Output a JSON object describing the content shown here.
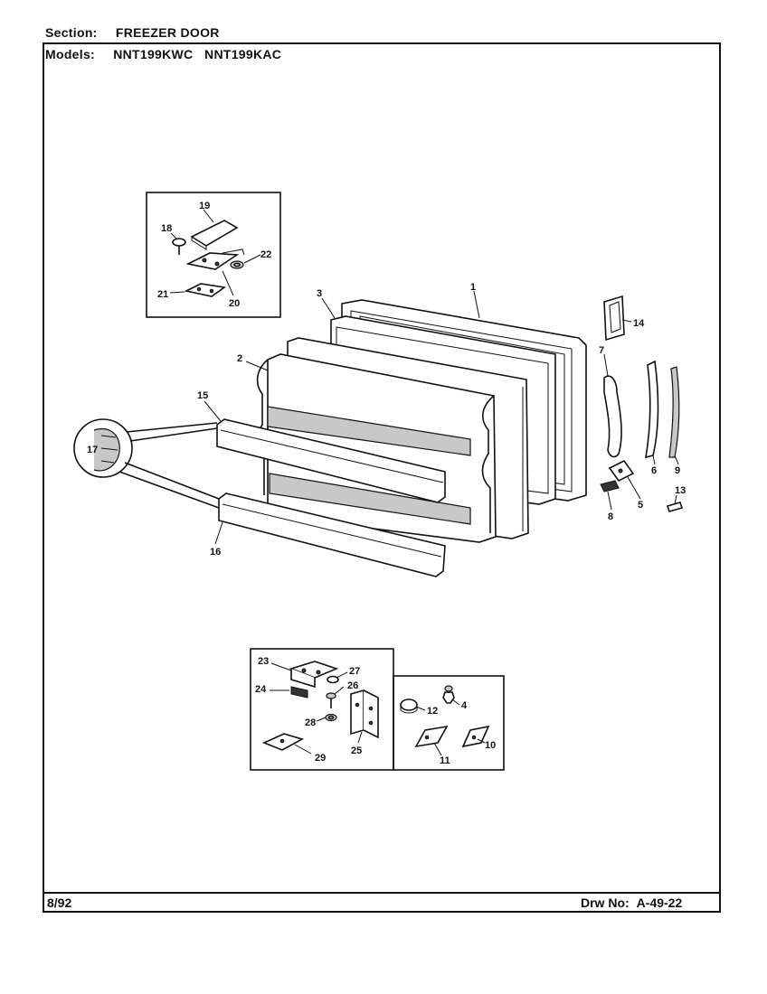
{
  "header": {
    "section_key": "Section:",
    "section_value": "FREEZER DOOR",
    "models_key": "Models:",
    "models_value": "NNT199KWC   NNT199KAC"
  },
  "footer": {
    "date": "8/92",
    "drawing_key": "Drw No:",
    "drawing_value": "A-49-22"
  },
  "callouts": {
    "c1": "1",
    "c2": "2",
    "c3": "3",
    "c4": "4",
    "c5": "5",
    "c6": "6",
    "c7": "7",
    "c8": "8",
    "c9": "9",
    "c10": "10",
    "c11": "11",
    "c12": "12",
    "c13": "13",
    "c14": "14",
    "c15": "15",
    "c16": "16",
    "c17": "17",
    "c18": "18",
    "c19": "19",
    "c20": "20",
    "c21": "21",
    "c22": "22",
    "c23": "23",
    "c24": "24",
    "c25": "25",
    "c26": "26",
    "c27": "27",
    "c28": "28",
    "c29": "29"
  }
}
